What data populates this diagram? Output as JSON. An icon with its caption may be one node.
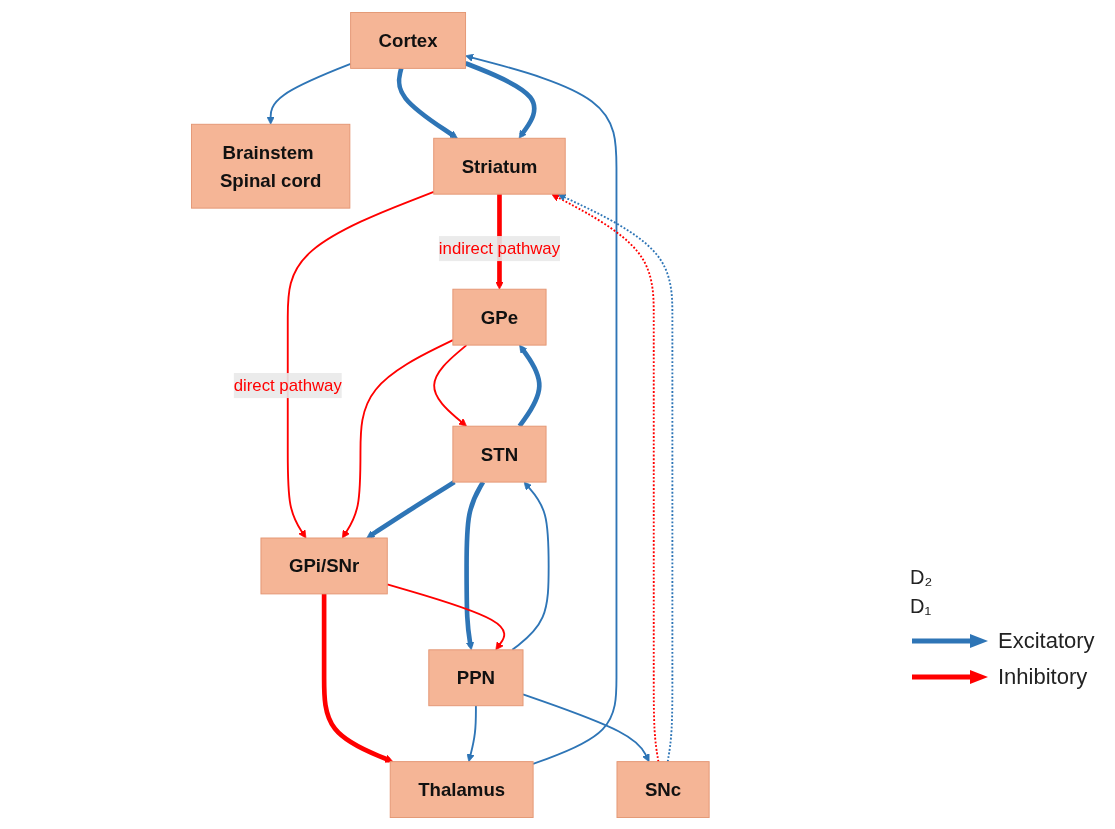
{
  "diagram": {
    "nodes": [
      {
        "text": [
          "Cortex"
        ]
      },
      {
        "text": [
          "Striatum"
        ]
      },
      {
        "text": [
          "GPe"
        ]
      },
      {
        "text": [
          "SNc"
        ]
      },
      {
        "text": [
          "Thalamus"
        ]
      },
      {
        "text": [
          "STN"
        ]
      },
      {
        "text": [
          "GPi/SNr"
        ]
      },
      {
        "text": [
          "Brainstem Spinal cord"
        ]
      },
      {
        "text": [
          "PPN"
        ]
      }
    ],
    "edges": [
      {
        "from": 0,
        "to": 7,
        "arrow": "to"
      },
      {
        "from": 0,
        "to": 1,
        "arrow": "to",
        "style": "thick"
      },
      {
        "from": 0,
        "to": 1,
        "arrow": "to",
        "style": "thick"
      },
      {
        "from": 4,
        "to": 0,
        "arrow": "to"
      },
      {
        "from": 1,
        "to": 2,
        "arrow": "to",
        "label": "indirect pathway",
        "style": "thick",
        "color": "#ff0000"
      },
      {
        "from": 3,
        "to": 1,
        "arrow": "to",
        "style": "dashed",
        "color": "#ff0000"
      },
      {
        "from": 3,
        "to": 1,
        "arrow": "to",
        "style": "dashed"
      },
      {
        "from": 1,
        "to": 6,
        "arrow": "to",
        "label": "direct pathway",
        "color": "#ff0000"
      },
      {
        "from": 2,
        "to": 5,
        "arrow": "to",
        "color": "#ff0000"
      },
      {
        "from": 5,
        "to": 2,
        "arrow": "to",
        "style": "thick"
      },
      {
        "from": 2,
        "to": 6,
        "arrow": "to",
        "color": "#ff0000"
      },
      {
        "from": 5,
        "to": 6,
        "arrow": "to",
        "style": "thick"
      },
      {
        "from": 6,
        "to": 4,
        "arrow": "to",
        "style": "thick",
        "color": "#ff0000"
      },
      {
        "from": 5,
        "to": 8,
        "arrow": "to",
        "style": "thick"
      },
      {
        "from": 8,
        "to": 5,
        "arrow": "to"
      },
      {
        "from": 6,
        "to": 8,
        "arrow": "to",
        "color": "#ff0000"
      },
      {
        "from": 8,
        "to": 3,
        "arrow": "to"
      },
      {
        "from": 8,
        "to": 4,
        "arrow": "to"
      }
    ],
    "labels": [
      "D₂",
      "D₁"
    ],
    "legend": [
      {
        "text": "Excitatory",
        "color": "#2e75b6"
      },
      {
        "text": "Inhibitory",
        "color": "#ff0000"
      }
    ]
  }
}
